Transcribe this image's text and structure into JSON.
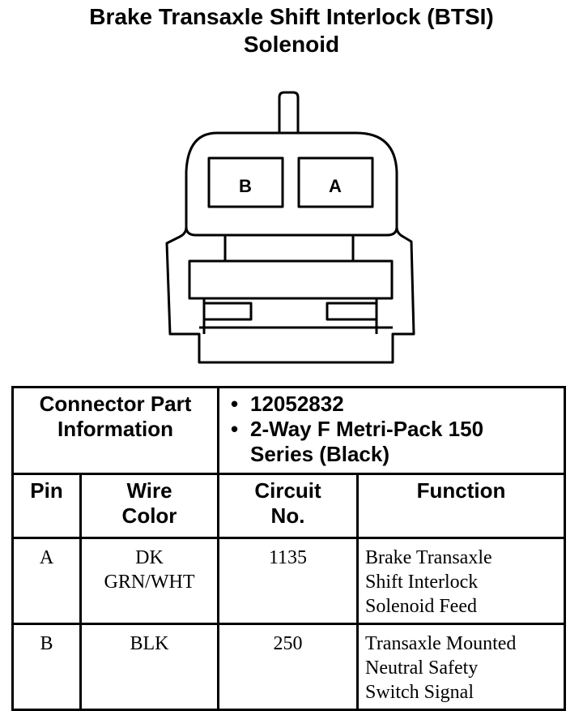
{
  "diagram": {
    "title_line1": "Brake Transaxle Shift Interlock (BTSI)",
    "title_line2": "Solenoid",
    "connector": {
      "cavity_left_label": "B",
      "cavity_right_label": "A"
    }
  },
  "table": {
    "part_info_label_line1": "Connector Part",
    "part_info_label_line2": "Information",
    "part_info_items": [
      {
        "bullet": "•",
        "text_line1": "12052832",
        "text_line2": ""
      },
      {
        "bullet": "•",
        "text_line1": "2-Way F Metri-Pack 150",
        "text_line2": "Series (Black)"
      }
    ],
    "headers": {
      "pin": "Pin",
      "wire_color_line1": "Wire",
      "wire_color_line2": "Color",
      "circuit_line1": "Circuit",
      "circuit_line2": "No.",
      "function": "Function"
    },
    "rows": [
      {
        "pin": "A",
        "wire_color_line1": "DK",
        "wire_color_line2": "GRN/WHT",
        "circuit": "1135",
        "function_line1": "Brake Transaxle",
        "function_line2": "Shift Interlock",
        "function_line3": "Solenoid Feed"
      },
      {
        "pin": "B",
        "wire_color_line1": "BLK",
        "wire_color_line2": "",
        "circuit": "250",
        "function_line1": "Transaxle Mounted",
        "function_line2": "Neutral Safety",
        "function_line3": "Switch Signal"
      }
    ]
  }
}
